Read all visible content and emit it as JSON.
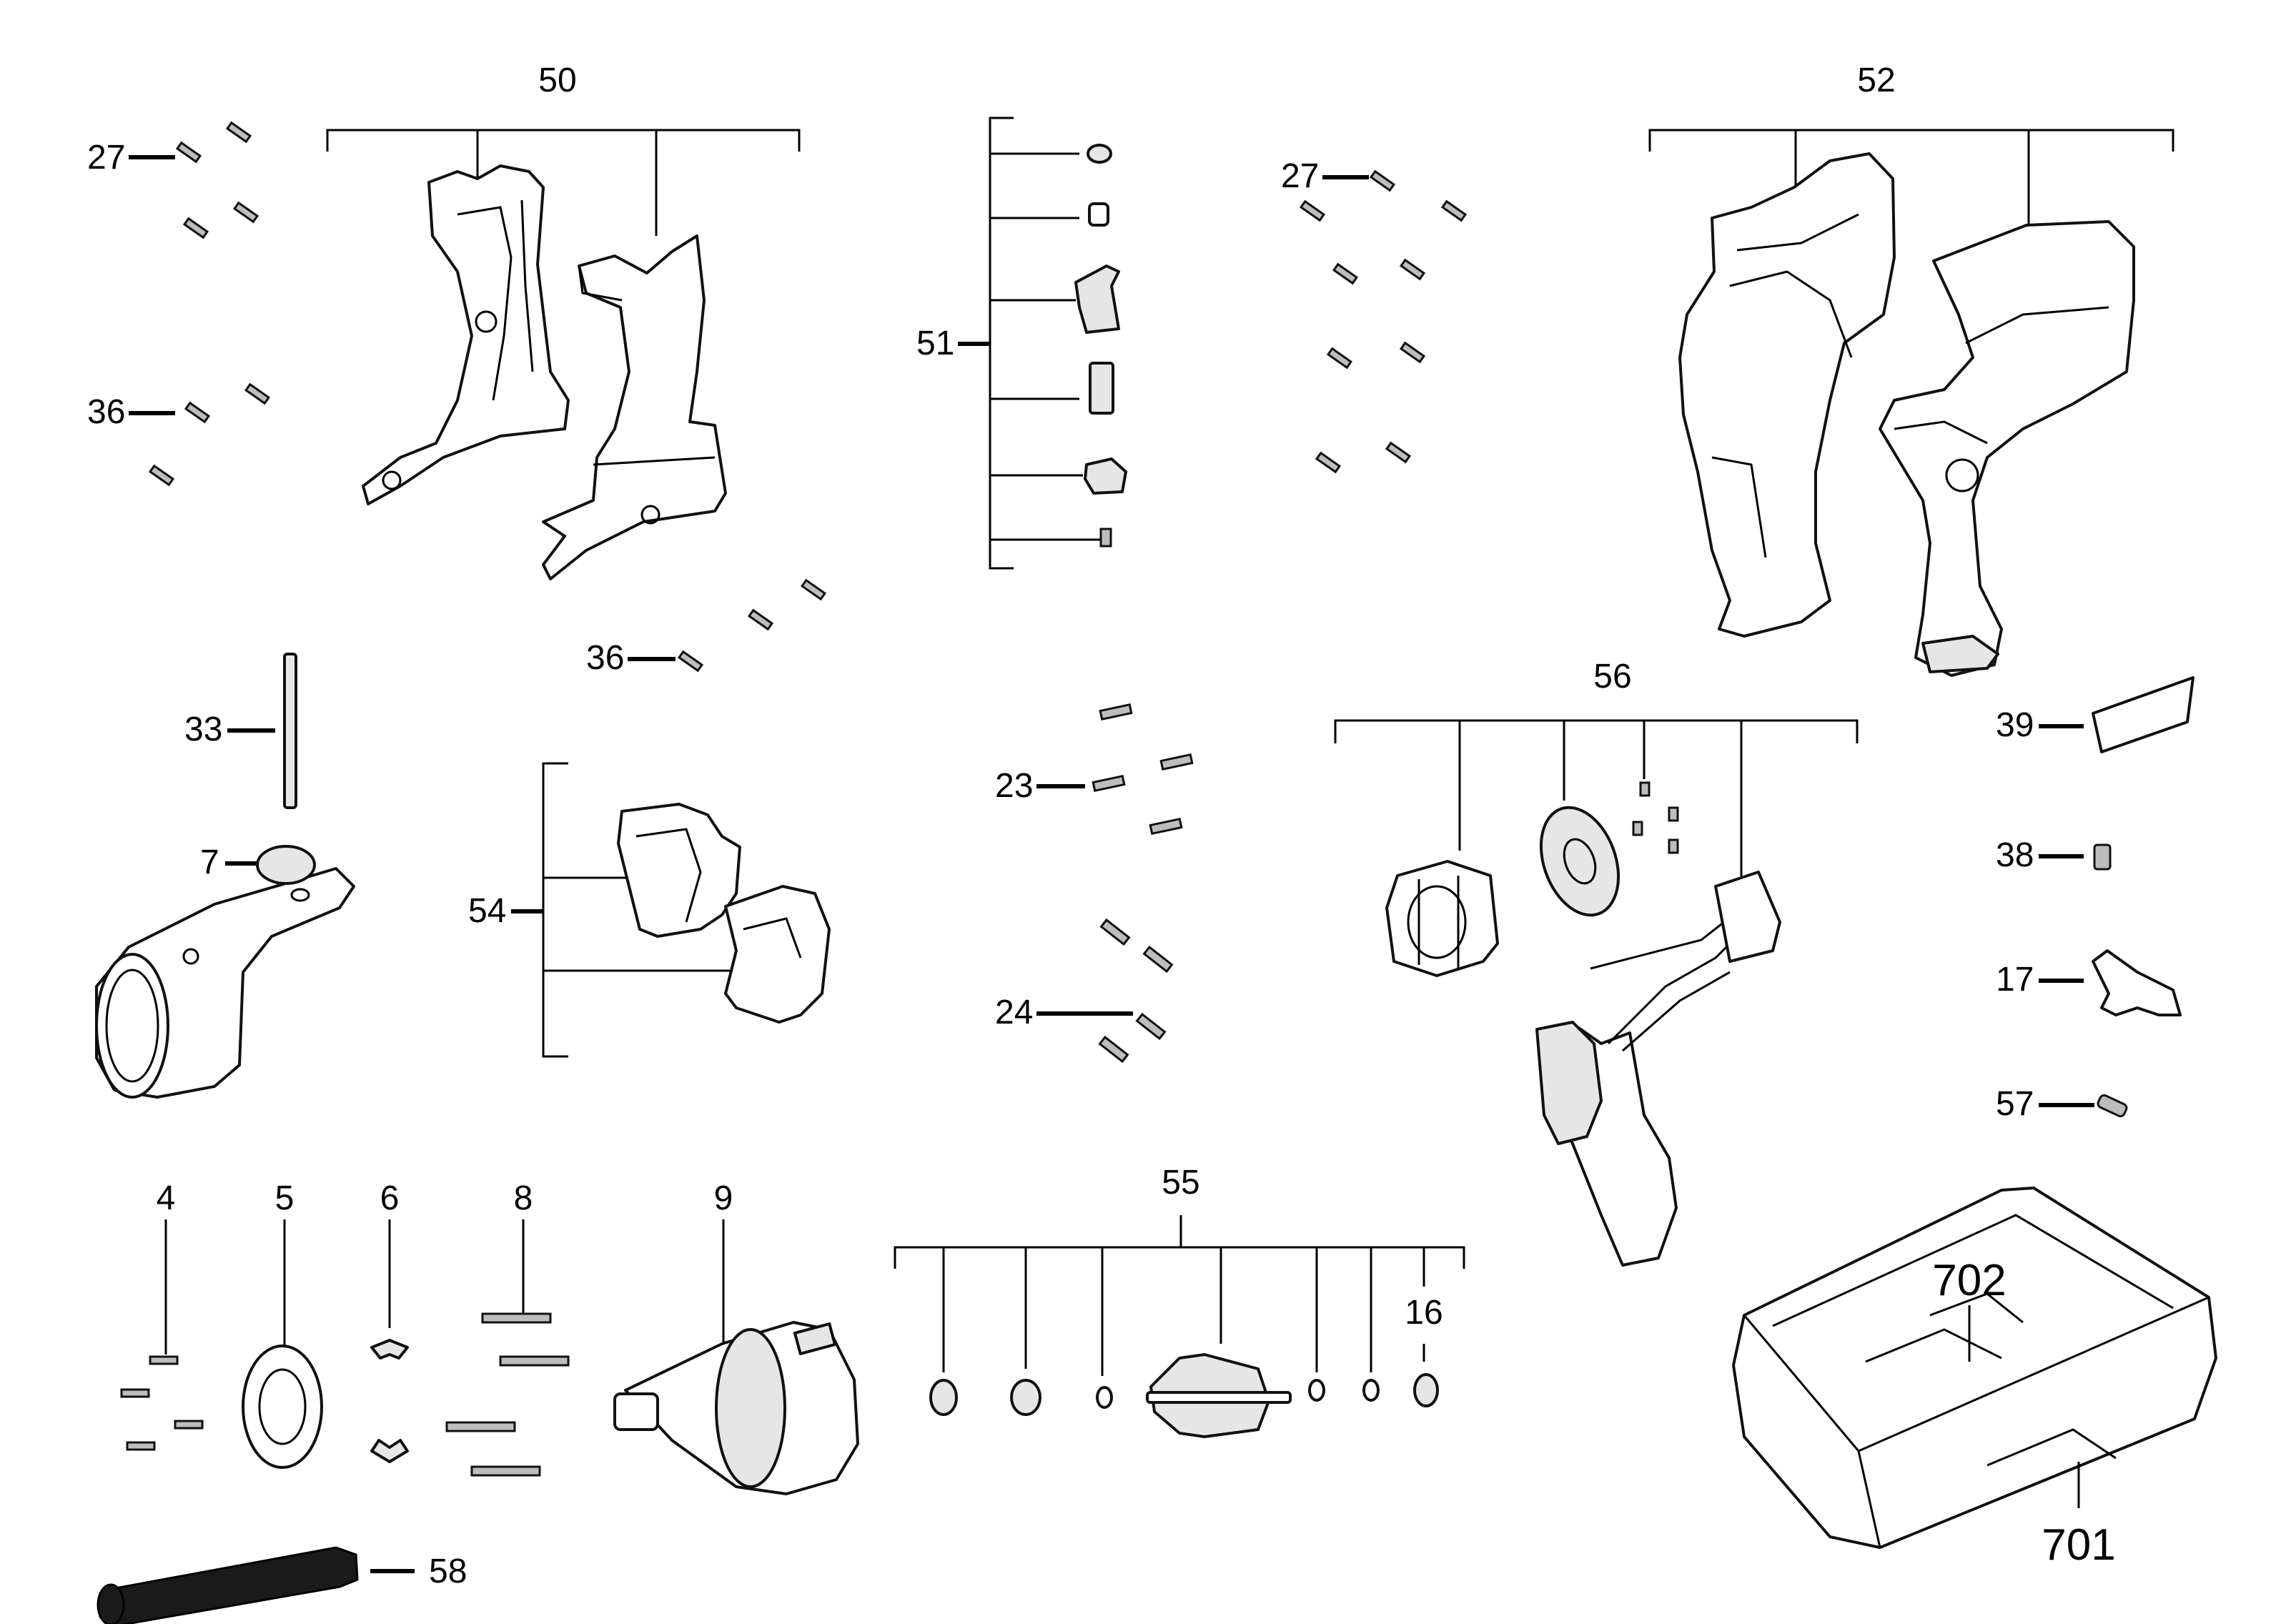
{
  "callouts": {
    "c50": "50",
    "c51": "51",
    "c52": "52",
    "c27a": "27",
    "c27b": "27",
    "c36a": "36",
    "c36b": "36",
    "c33": "33",
    "c7": "7",
    "c54": "54",
    "c23": "23",
    "c24": "24",
    "c56": "56",
    "c39": "39",
    "c38": "38",
    "c17": "17",
    "c57": "57",
    "c4": "4",
    "c5": "5",
    "c6": "6",
    "c8": "8",
    "c9": "9",
    "c55": "55",
    "c16": "16",
    "c58": "58",
    "c702": "702",
    "c701": "701"
  }
}
